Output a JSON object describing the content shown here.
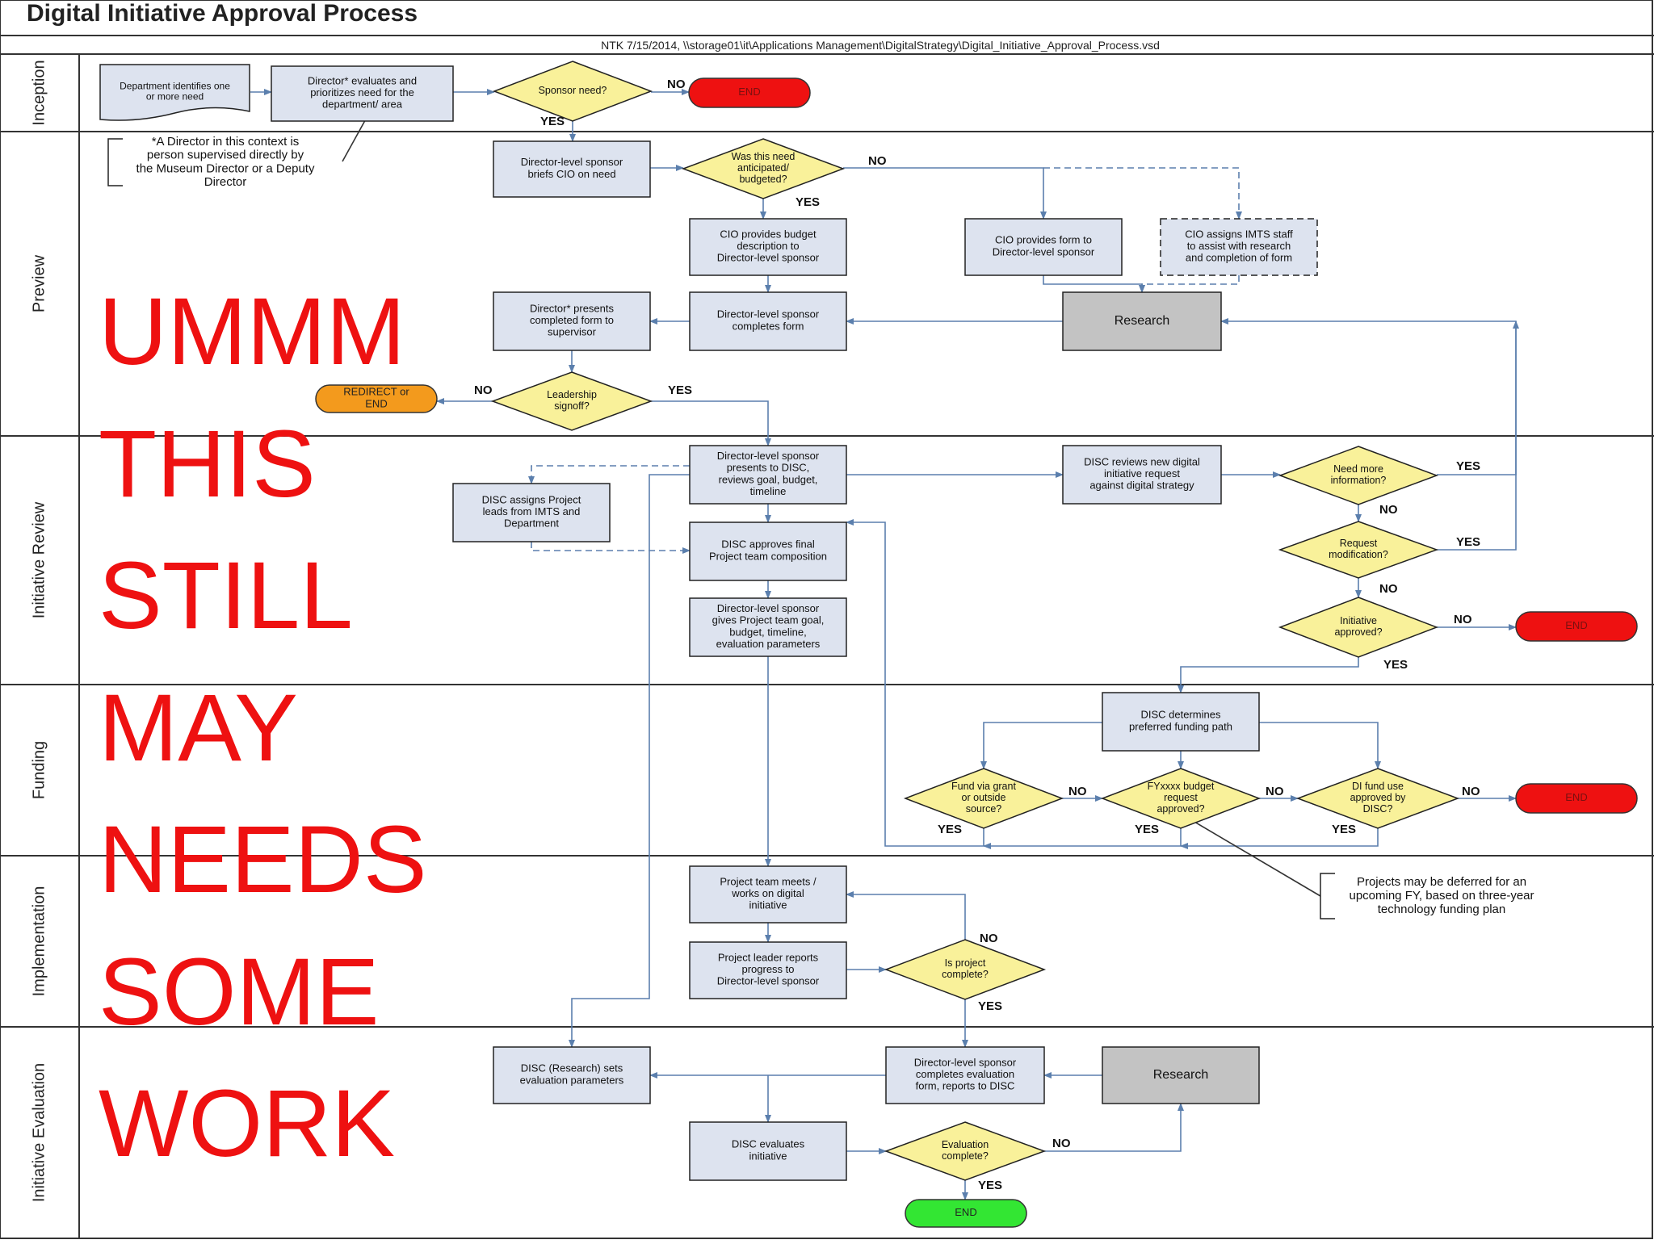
{
  "title": "Digital Initiative Approval Process",
  "subtitle": "NTK 7/15/2014, \\\\storage01\\it\\Applications Management\\DigitalStrategy\\Digital_Initiative_Approval_Process.vsd",
  "lanes": [
    "Inception",
    "Preview",
    "Initiative Review",
    "Funding",
    "Implementation",
    "Initiative Evaluation"
  ],
  "overlay_lines": [
    "UMMM",
    "THIS",
    "STILL",
    "MAY",
    "NEEDS",
    "SOME",
    "WORK"
  ],
  "colors": {
    "process_fill": "#dde3ef",
    "decision_fill": "#f9f19a",
    "end_red": "#ee1111",
    "end_orange": "#f39a1d",
    "end_green": "#33e633",
    "research_gray": "#c3c3c3",
    "connector": "#5b7fad",
    "overlay_text": "#ee1111"
  },
  "nodes": {
    "dept_identifies": "Department identifies one or more need",
    "director_evaluates": "Director* evaluates and prioritizes need for the department/ area",
    "sponsor_need": "Sponsor need?",
    "end_inception": "END",
    "director_note": "*A Director in this context is person supervised directly by the Museum Director or a Deputy Director",
    "sponsor_briefs_cio": "Director-level sponsor briefs CIO on need",
    "need_anticipated": "Was this need anticipated/ budgeted?",
    "cio_budget": "CIO provides budget description to Director-level sponsor",
    "cio_form": "CIO provides form to Director-level sponsor",
    "cio_imts": "CIO assigns IMTS staff to assist with research and completion of form",
    "research_preview": "Research",
    "sponsor_completes_form": "Director-level sponsor completes form",
    "director_presents": "Director* presents completed form to supervisor",
    "leadership_signoff": "Leadership signoff?",
    "redirect_end": "REDIRECT or END",
    "presents_to_disc": "Director-level sponsor presents to DISC, reviews goal, budget, timeline",
    "disc_reviews": "DISC reviews new digital initiative request against digital strategy",
    "need_more_info": "Need more information?",
    "request_modification": "Request modification?",
    "initiative_approved": "Initiative approved?",
    "end_review": "END",
    "disc_assigns_leads": "DISC assigns Project leads from IMTS and Department",
    "disc_approves_team": "DISC approves final Project team composition",
    "sponsor_gives_team": "Director-level sponsor gives Project team goal, budget, timeline, evaluation parameters",
    "disc_funding_path": "DISC determines preferred funding path",
    "fund_grant": "Fund via grant or outside source?",
    "fy_budget": "FYxxxx budget request approved?",
    "di_fund": "DI fund use approved by DISC?",
    "end_funding": "END",
    "deferred_note": "Projects may be deferred for an upcoming FY, based on three-year technology funding plan",
    "team_meets": "Project team meets / works on digital initiative",
    "leader_reports": "Project leader reports progress to Director-level sponsor",
    "project_complete": "Is project complete?",
    "disc_research_eval": "DISC (Research) sets evaluation parameters",
    "sponsor_eval_form": "Director-level sponsor completes evaluation form, reports to DISC",
    "research_eval": "Research",
    "disc_evaluates": "DISC evaluates initiative",
    "evaluation_complete": "Evaluation complete?",
    "end_final": "END"
  },
  "labels": {
    "no": "NO",
    "yes": "YES"
  }
}
